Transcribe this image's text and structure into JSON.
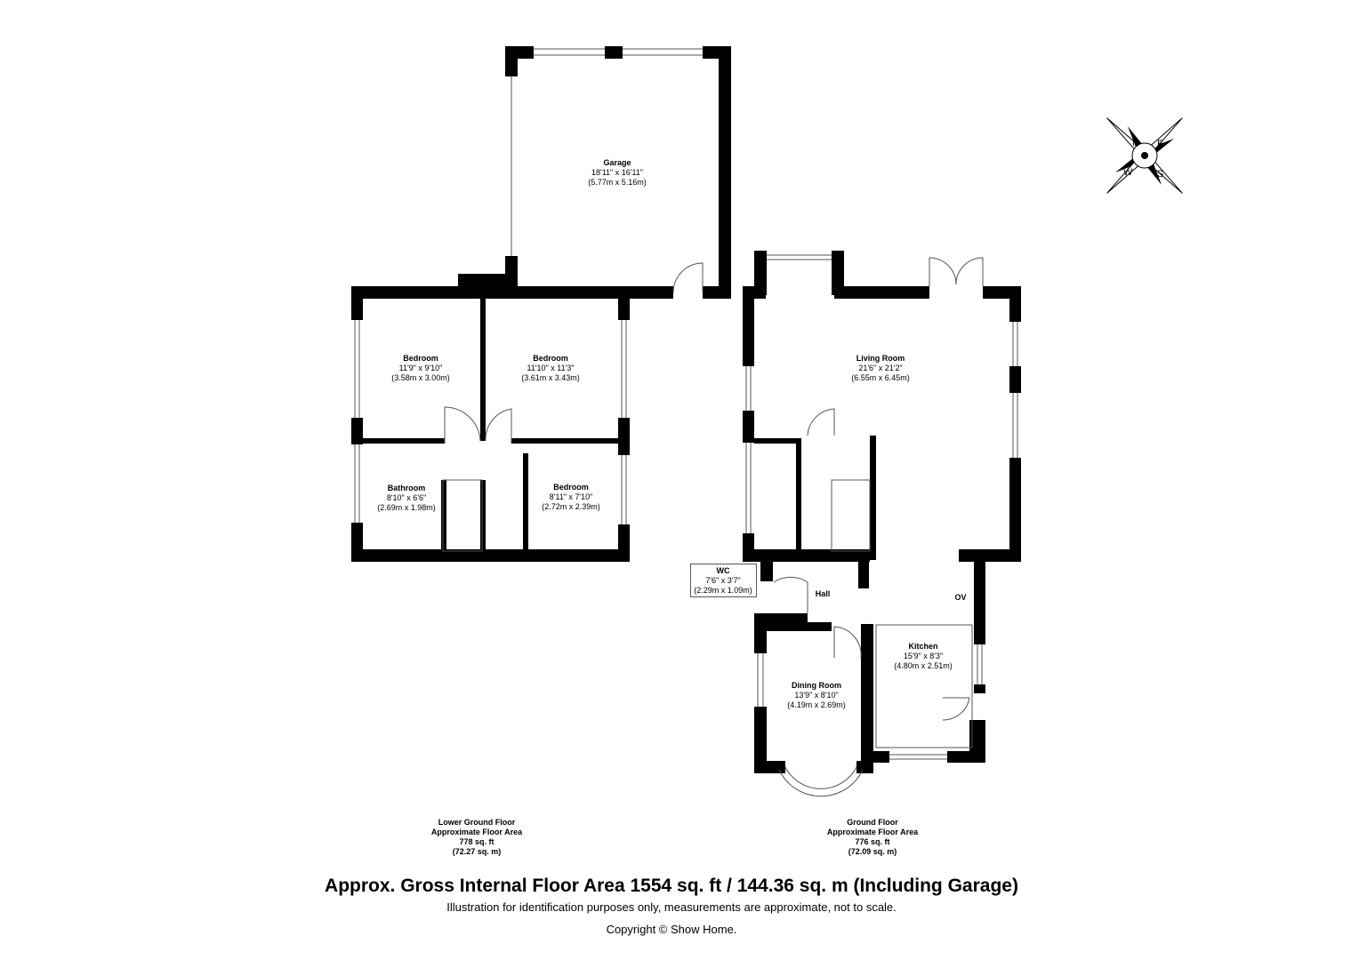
{
  "rooms": {
    "garage": {
      "name": "Garage",
      "imperial": "18'11\" x 16'11\"",
      "metric": "(5.77m x 5.16m)"
    },
    "bedroom1": {
      "name": "Bedroom",
      "imperial": "11'9\" x 9'10\"",
      "metric": "(3.58m x 3.00m)"
    },
    "bedroom2": {
      "name": "Bedroom",
      "imperial": "11'10\" x 11'3\"",
      "metric": "(3.61m x 3.43m)"
    },
    "bedroom3": {
      "name": "Bedroom",
      "imperial": "8'11\" x 7'10\"",
      "metric": "(2.72m x 2.39m)"
    },
    "bathroom": {
      "name": "Bathroom",
      "imperial": "8'10\" x 6'6\"",
      "metric": "(2.69m x 1.98m)"
    },
    "living": {
      "name": "Living Room",
      "imperial": "21'6\" x 21'2\"",
      "metric": "(6.55m x 6.45m)"
    },
    "wc": {
      "name": "WC",
      "imperial": "7'6\" x 3'7\"",
      "metric": "(2.29m x 1.09m)"
    },
    "hall": {
      "name": "Hall"
    },
    "kitchen": {
      "name": "Kitchen",
      "imperial": "15'9\" x 8'3\"",
      "metric": "(4.80m x 2.51m)"
    },
    "dining": {
      "name": "Dining Room",
      "imperial": "13'9\" x 8'10\"",
      "metric": "(4.19m x 2.69m)"
    },
    "oven": "OV"
  },
  "floors": {
    "lower": {
      "name": "Lower Ground Floor",
      "label": "Approximate Floor Area",
      "sqft": "778 sq. ft",
      "sqm": "(72.27 sq. m)"
    },
    "ground": {
      "name": "Ground Floor",
      "label": "Approximate Floor Area",
      "sqft": "776 sq. ft",
      "sqm": "(72.09 sq. m)"
    }
  },
  "compass": {
    "n": "N",
    "e": "E",
    "s": "S",
    "w": "W"
  },
  "footer": {
    "title": "Approx. Gross Internal Floor Area 1554 sq. ft / 144.36 sq. m (Including Garage)",
    "disclaimer": "Illustration for identification purposes only, measurements are approximate, not to scale.",
    "copyright": "Copyright © Show Home."
  }
}
